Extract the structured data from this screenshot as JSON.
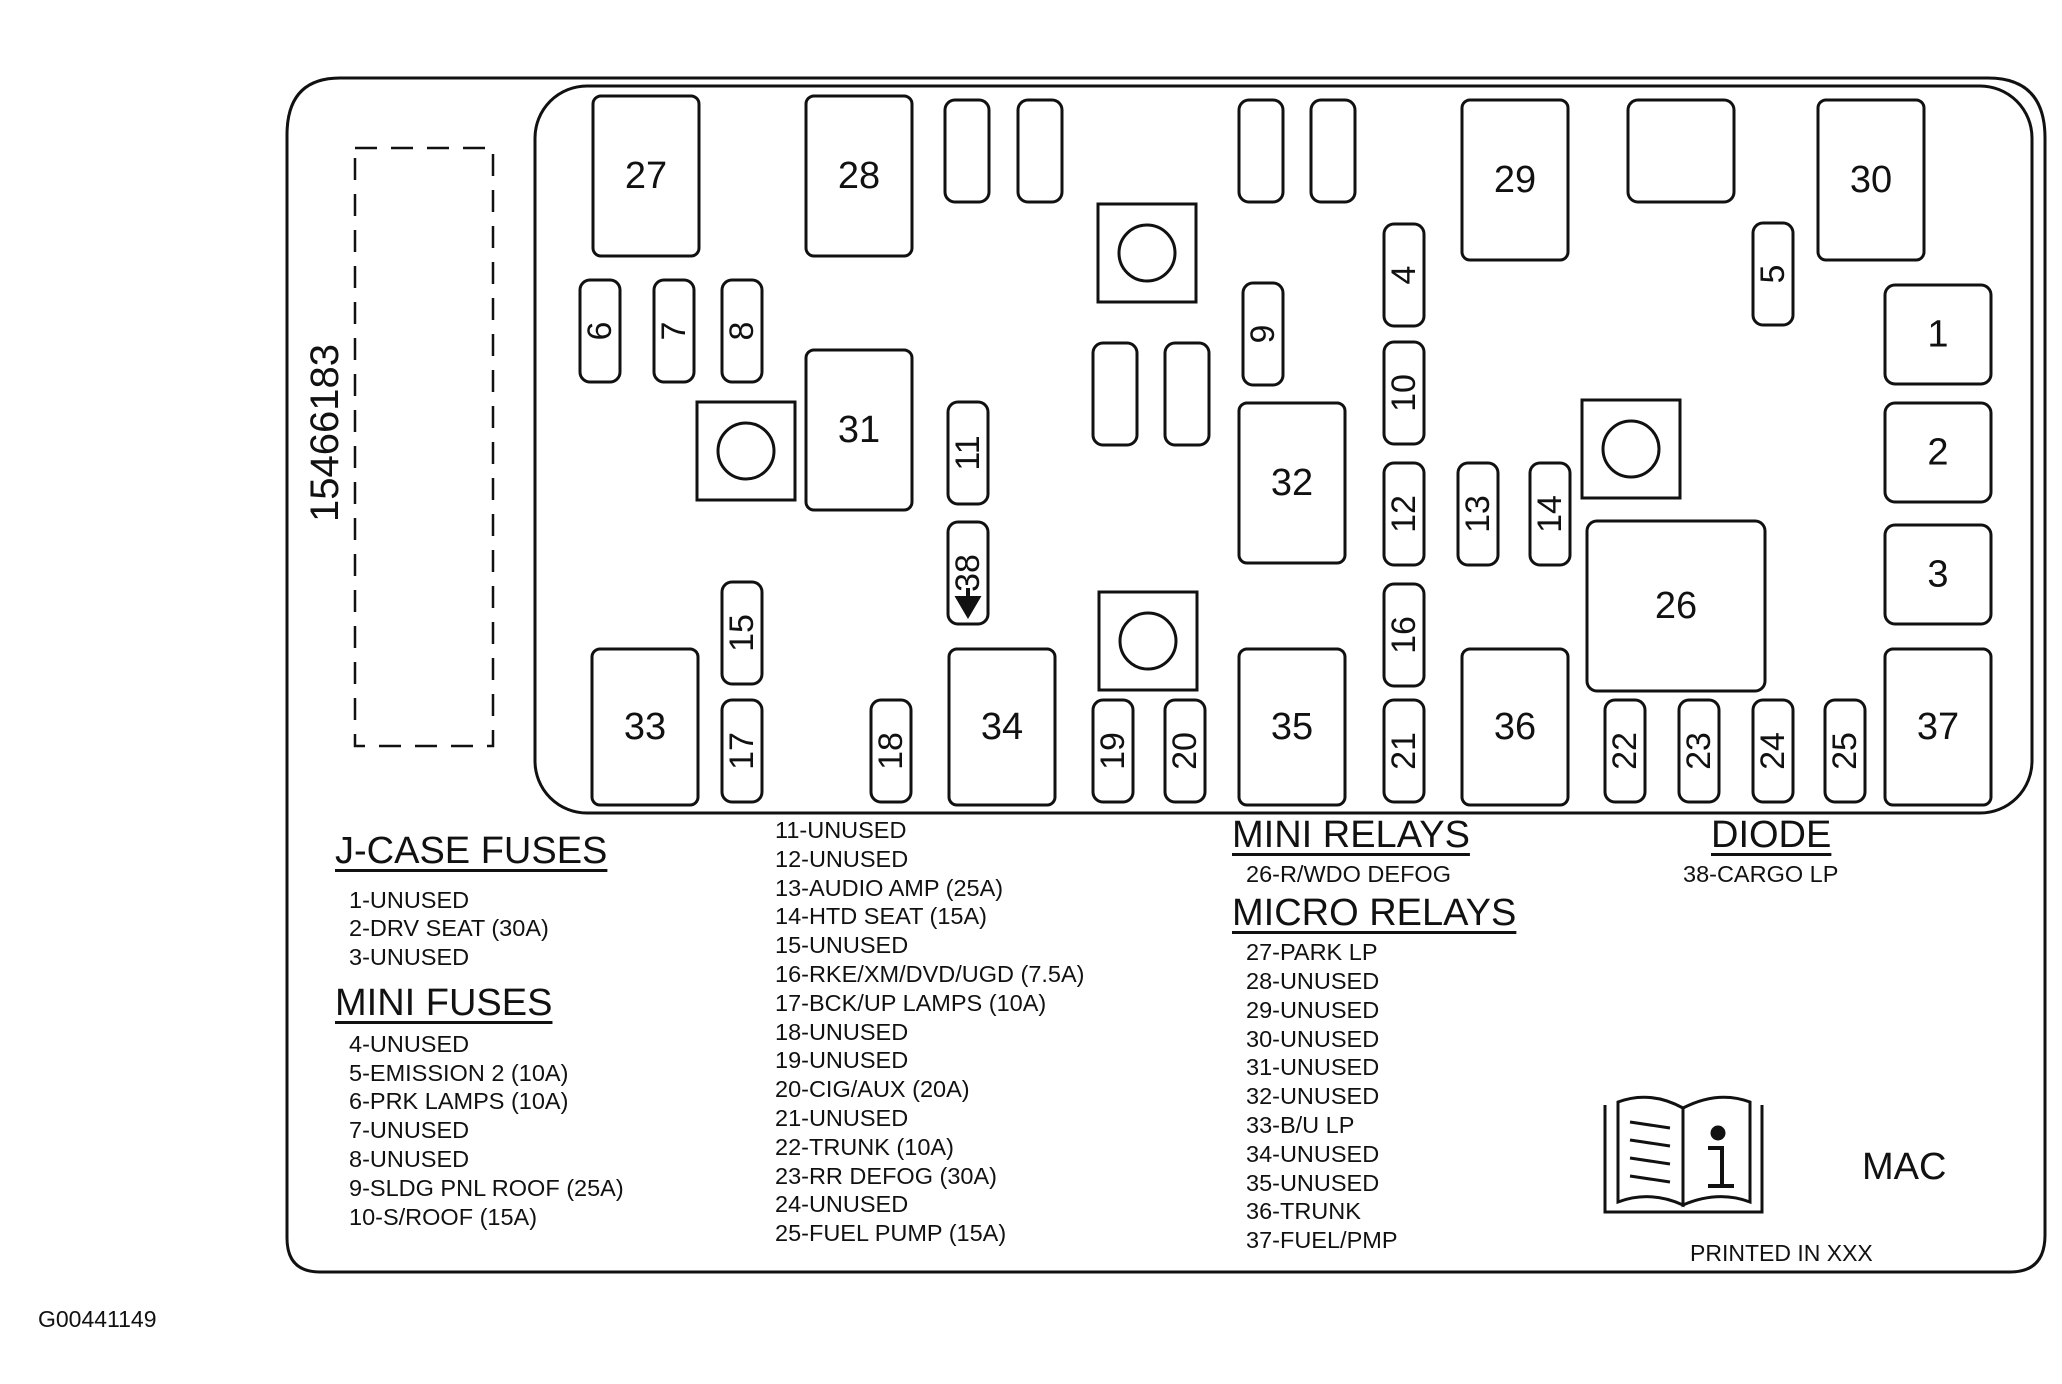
{
  "part_number": "15466183",
  "figure_id": "G00441149",
  "brand_mark": "MAC",
  "printed_in": "PRINTED IN XXX",
  "components": {
    "f1": "1",
    "f2": "2",
    "f3": "3",
    "f4": "4",
    "f5": "5",
    "f6": "6",
    "f7": "7",
    "f8": "8",
    "f9": "9",
    "f10": "10",
    "f11": "11",
    "f12": "12",
    "f13": "13",
    "f14": "14",
    "f15": "15",
    "f16": "16",
    "f17": "17",
    "f18": "18",
    "f19": "19",
    "f20": "20",
    "f21": "21",
    "f22": "22",
    "f23": "23",
    "f24": "24",
    "f25": "25",
    "r26": "26",
    "r27": "27",
    "r28": "28",
    "r29": "29",
    "r30": "30",
    "r31": "31",
    "r32": "32",
    "r33": "33",
    "r34": "34",
    "r35": "35",
    "r36": "36",
    "r37": "37",
    "d38": "38"
  },
  "legend": {
    "jcase": {
      "title": "J-CASE FUSES",
      "items": [
        "1-UNUSED",
        "2-DRV SEAT (30A)",
        "3-UNUSED"
      ]
    },
    "mini_fuses": {
      "title": "MINI FUSES",
      "items": [
        "4-UNUSED",
        "5-EMISSION 2 (10A)",
        "6-PRK LAMPS (10A)",
        "7-UNUSED",
        "8-UNUSED",
        "9-SLDG PNL ROOF (25A)",
        "10-S/ROOF (15A)"
      ]
    },
    "fuses_continued": {
      "items": [
        "11-UNUSED",
        "12-UNUSED",
        "13-AUDIO AMP (25A)",
        "14-HTD SEAT (15A)",
        "15-UNUSED",
        "16-RKE/XM/DVD/UGD (7.5A)",
        "17-BCK/UP LAMPS (10A)",
        "18-UNUSED",
        "19-UNUSED",
        "20-CIG/AUX (20A)",
        "21-UNUSED",
        "22-TRUNK (10A)",
        "23-RR DEFOG (30A)",
        "24-UNUSED",
        "25-FUEL PUMP (15A)"
      ]
    },
    "mini_relays": {
      "title": "MINI RELAYS",
      "items": [
        "26-R/WDO DEFOG"
      ]
    },
    "micro_relays": {
      "title": "MICRO RELAYS",
      "items": [
        "27-PARK LP",
        "28-UNUSED",
        "29-UNUSED",
        "30-UNUSED",
        "31-UNUSED",
        "32-UNUSED",
        "33-B/U LP",
        "34-UNUSED",
        "35-UNUSED",
        "36-TRUNK",
        "37-FUEL/PMP"
      ]
    },
    "diode": {
      "title": "DIODE",
      "items": [
        "38-CARGO LP"
      ]
    }
  },
  "colors": {
    "ink": "#111111",
    "paper": "#ffffff"
  }
}
